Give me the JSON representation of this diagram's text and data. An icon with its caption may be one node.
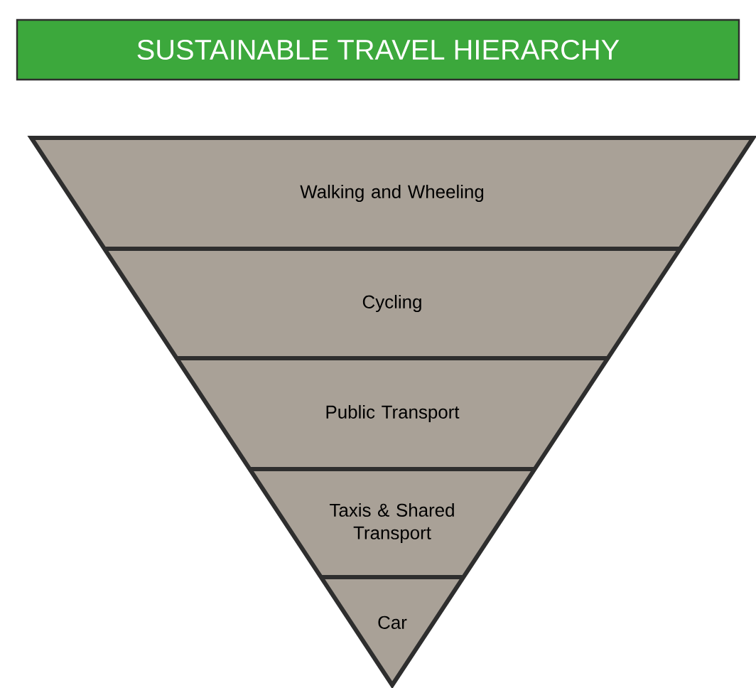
{
  "diagram": {
    "nodes": [
      {
        "text": [
          "SUSTAINABLE TRAVEL HIERARCHY"
        ]
      },
      {
        "text": [
          "Walking and Wheeling"
        ]
      },
      {
        "text": [
          "Cycling"
        ]
      },
      {
        "text": [
          "Public Transport"
        ]
      },
      {
        "text": [
          "Taxis & Shared Transport"
        ]
      },
      {
        "text": [
          "Car"
        ]
      }
    ]
  }
}
